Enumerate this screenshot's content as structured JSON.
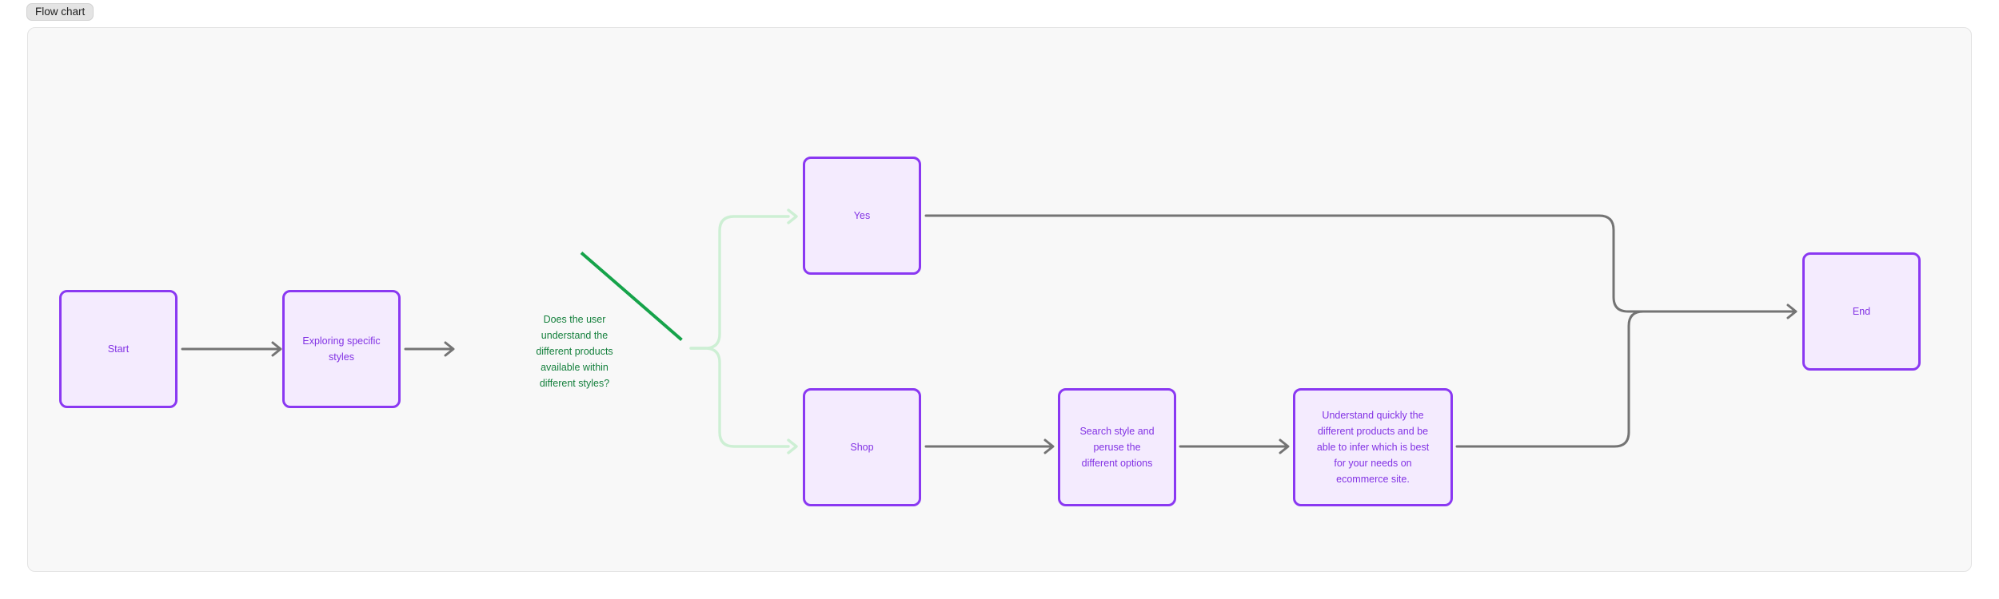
{
  "page": {
    "label": "Flow chart"
  },
  "colors": {
    "canvas_background": "#f8f8f8",
    "canvas_border": "#e3e3e3",
    "process_fill": "#f4ebfe",
    "process_border": "#8a38f2",
    "process_text": "#8232e4",
    "decision_fill": "#c9f0d3",
    "decision_border": "#16a34a",
    "decision_text": "#15803d",
    "connector_gray": "#747474",
    "connector_mint": "#cdefd4"
  },
  "nodes": {
    "start": {
      "label": "Start"
    },
    "exploring": {
      "label": "Exploring specific styles",
      "lines": [
        "Exploring specific",
        "styles"
      ]
    },
    "decision": {
      "label": "Does the user understand the different products available within different styles?",
      "lines": [
        "Does the user",
        "understand the",
        "different products",
        "available within",
        "different styles?"
      ]
    },
    "yes": {
      "label": "Yes"
    },
    "shop": {
      "label": "Shop"
    },
    "search": {
      "label": "Search style and peruse the different options",
      "lines": [
        "Search style and",
        "peruse the",
        "different options"
      ]
    },
    "understand": {
      "label": "Understand quickly the different products and be able to infer which is best for your needs on ecommerce site.",
      "lines": [
        "Understand quickly the",
        "different products and be",
        "able to infer which is best",
        "for your needs on",
        "ecommerce site."
      ]
    },
    "end": {
      "label": "End"
    }
  }
}
